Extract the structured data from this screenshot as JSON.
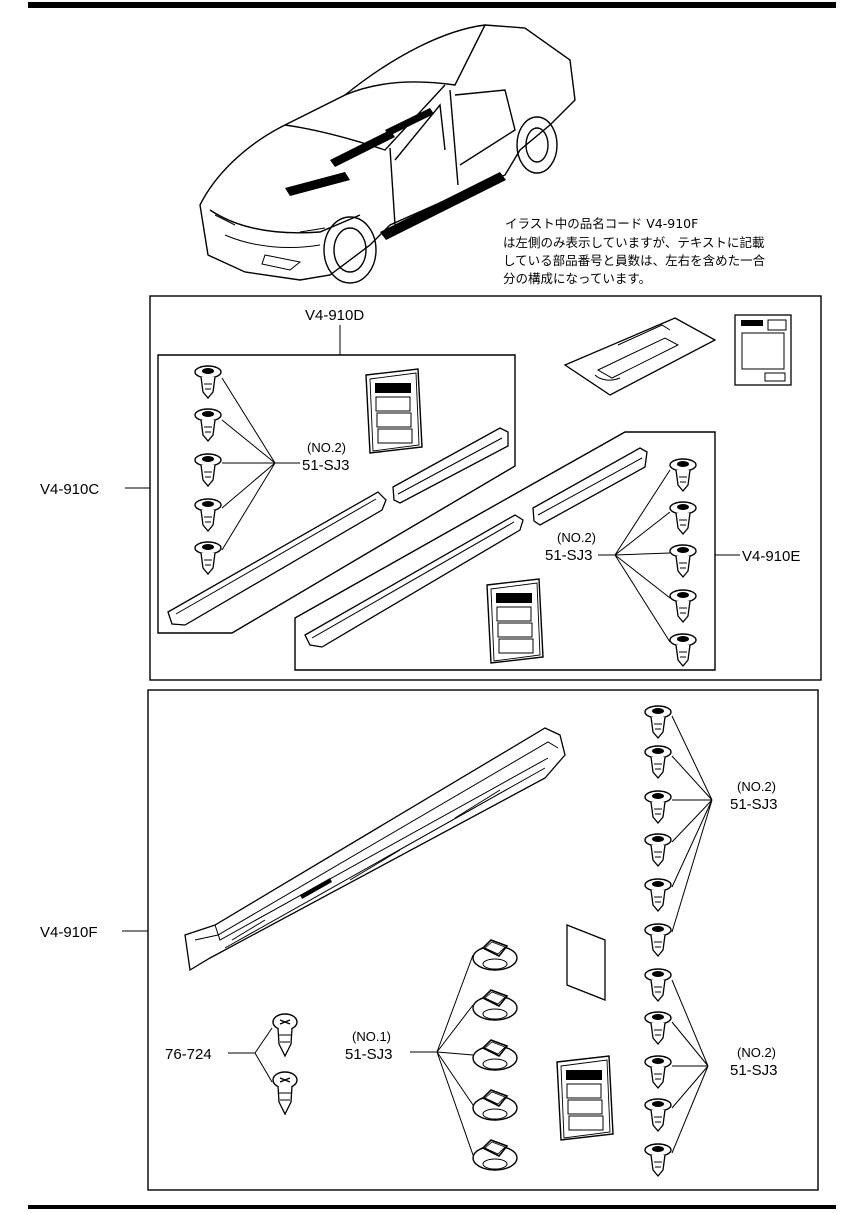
{
  "note": {
    "line1": "イラスト中の品名コード V4-910F",
    "line2": "は左側のみ表示していますが、テキストに記載",
    "line3": "している部品番号と員数は、左右を含めた一合",
    "line4": "分の構成になっています。"
  },
  "labels": {
    "v4_910c": "V4-910C",
    "v4_910d": "V4-910D",
    "v4_910e": "V4-910E",
    "v4_910f": "V4-910F",
    "part_76_724": "76-724"
  },
  "callouts": {
    "d_clips_no": "(NO.2)",
    "d_clips_part": "51-SJ3",
    "e_clips_no": "(NO.2)",
    "e_clips_part": "51-SJ3",
    "f_clips_upper_no": "(NO.2)",
    "f_clips_upper_part": "51-SJ3",
    "f_clips_lower_no": "(NO.2)",
    "f_clips_lower_part": "51-SJ3",
    "f_retainers_no": "(NO.1)",
    "f_retainers_part": "51-SJ3"
  }
}
